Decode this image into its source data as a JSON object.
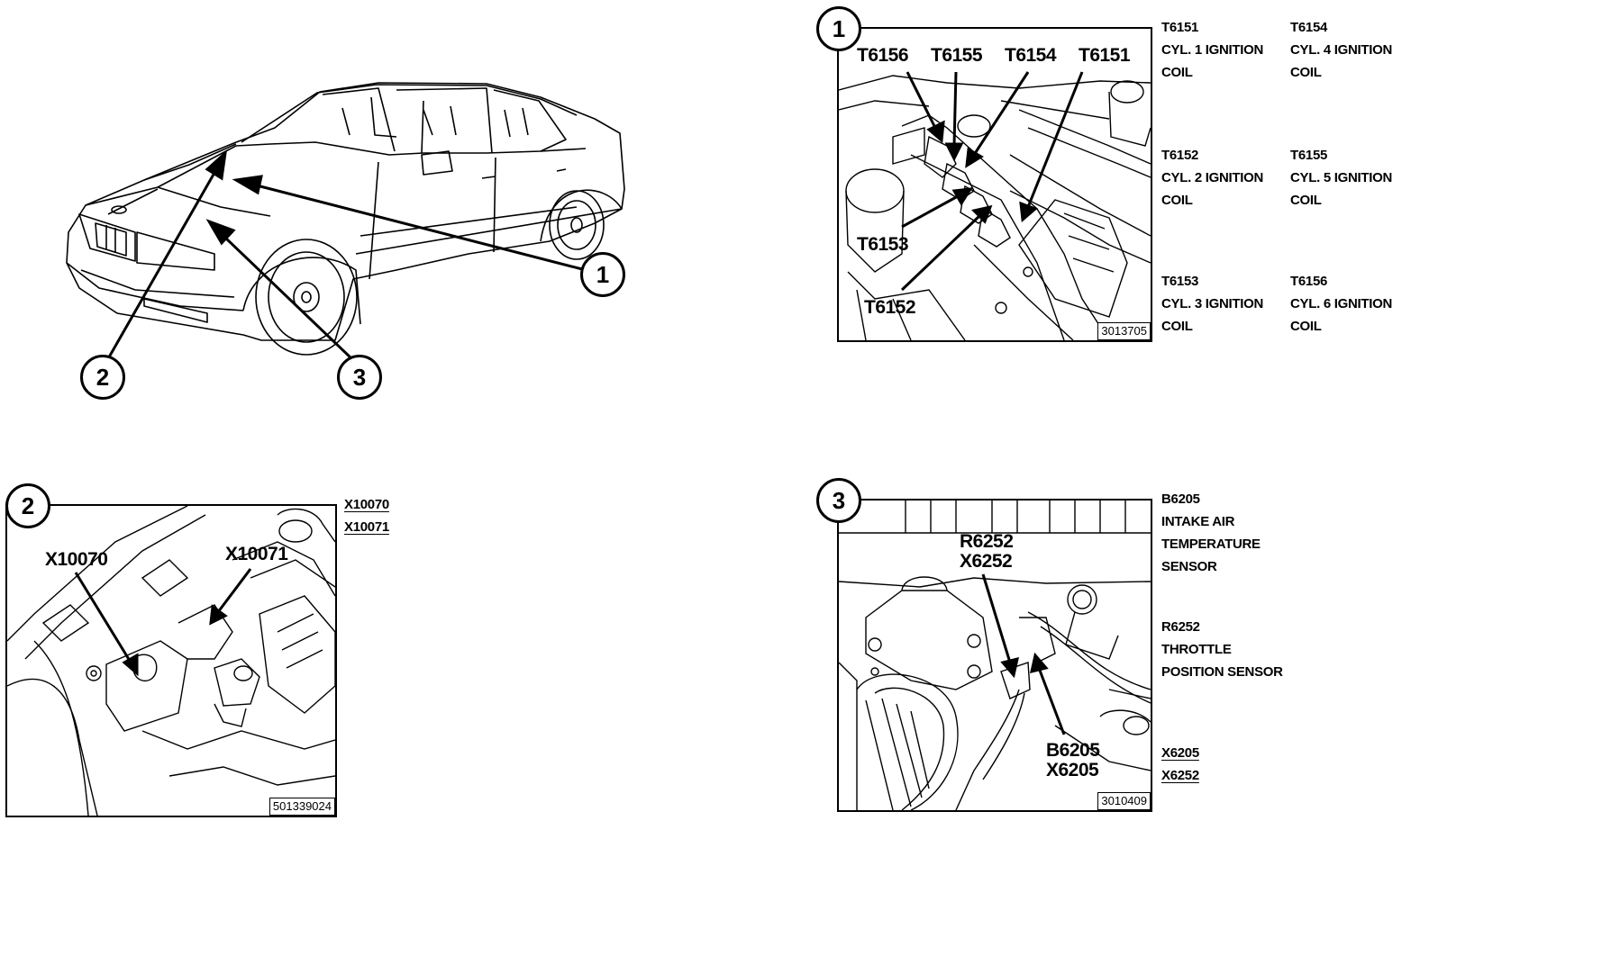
{
  "callouts": {
    "one": "1",
    "two": "2",
    "three": "3"
  },
  "panel1": {
    "labels": {
      "t6156": "T6156",
      "t6155": "T6155",
      "t6154": "T6154",
      "t6151": "T6151",
      "t6153": "T6153",
      "t6152": "T6152"
    },
    "fig_number": "3013705",
    "legend": [
      {
        "code": "T6151",
        "line1": "CYL. 1 IGNITION",
        "line2": "COIL"
      },
      {
        "code": "T6154",
        "line1": "CYL. 4 IGNITION",
        "line2": "COIL"
      },
      {
        "code": "T6152",
        "line1": "CYL. 2 IGNITION",
        "line2": "COIL"
      },
      {
        "code": "T6155",
        "line1": "CYL. 5 IGNITION",
        "line2": "COIL"
      },
      {
        "code": "T6153",
        "line1": "CYL. 3 IGNITION",
        "line2": "COIL"
      },
      {
        "code": "T6156",
        "line1": "CYL. 6 IGNITION",
        "line2": "COIL"
      }
    ]
  },
  "panel2": {
    "labels": {
      "x10070": "X10070",
      "x10071": "X10071"
    },
    "fig_number": "501339024",
    "legend": [
      "X10070",
      "X10071"
    ]
  },
  "panel3": {
    "labels": {
      "r6252": "R6252",
      "x6252_top": "X6252",
      "b6205": "B6205",
      "x6205_bottom": "X6205"
    },
    "fig_number": "3010409",
    "legend": {
      "b6205_code": "B6205",
      "b6205_lines": [
        "INTAKE AIR",
        "TEMPERATURE",
        "SENSOR"
      ],
      "r6252_code": "R6252",
      "r6252_lines": [
        "THROTTLE",
        "POSITION SENSOR"
      ],
      "connectors": [
        "X6205",
        "X6252"
      ]
    }
  }
}
